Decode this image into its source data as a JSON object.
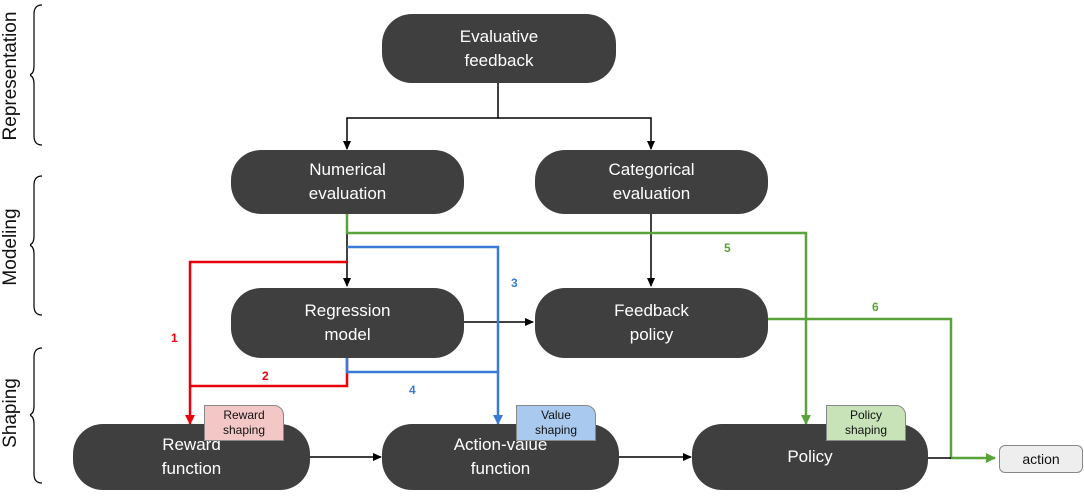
{
  "sections": {
    "representation": "Representation",
    "modeling": "Modeling",
    "shaping": "Shaping"
  },
  "nodes": {
    "evaluative_feedback": [
      "Evaluative",
      "feedback"
    ],
    "numerical_evaluation": [
      "Numerical",
      "evaluation"
    ],
    "categorical_evaluation": [
      "Categorical",
      "evaluation"
    ],
    "regression_model": [
      "Regression",
      "model"
    ],
    "feedback_policy": [
      "Feedback",
      "policy"
    ],
    "reward_function": [
      "Reward",
      "function"
    ],
    "action_value_function": [
      "Action-value",
      "function"
    ],
    "policy": [
      "Policy"
    ],
    "action": "action"
  },
  "tags": {
    "reward_shaping": [
      "Reward",
      "shaping"
    ],
    "value_shaping": [
      "Value",
      "shaping"
    ],
    "policy_shaping": [
      "Policy",
      "shaping"
    ]
  },
  "path_labels": {
    "p1": "1",
    "p2": "2",
    "p3": "3",
    "p4": "4",
    "p5": "5",
    "p6": "6"
  },
  "colors": {
    "node_fill": "#3f3f3f",
    "node_text": "#ffffff",
    "reward_path": "#e8000b",
    "value_path": "#3a7bd5",
    "policy_path": "#5aa33a",
    "reward_tag": "#f4c7c7",
    "value_tag": "#a9c9ee",
    "policy_tag": "#c7e3b7",
    "black_arrow": "#000000"
  }
}
